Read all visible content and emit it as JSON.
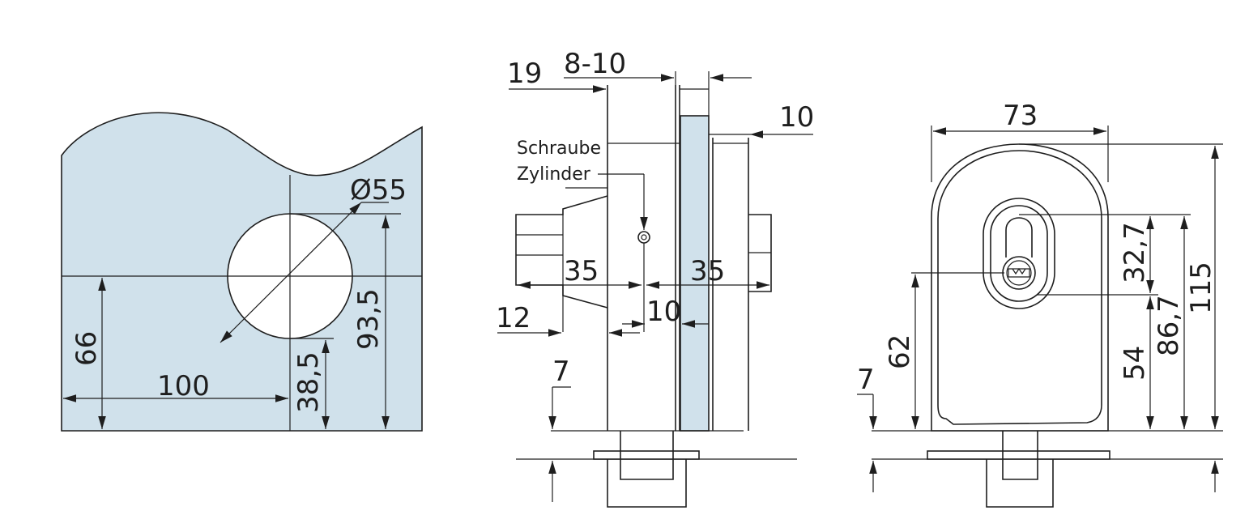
{
  "colors": {
    "glass": "#d0e1eb",
    "line": "#1e1e1e",
    "background": "#ffffff"
  },
  "view_left": {
    "dim_diameter": "Ø55",
    "dim_93_5": "93,5",
    "dim_66": "66",
    "dim_100": "100",
    "dim_38_5": "38,5"
  },
  "view_middle": {
    "dim_19": "19",
    "dim_8_10": "8-10",
    "dim_10_top": "10",
    "label_schraube": "Schraube",
    "label_zylinder": "Zylinder",
    "dim_35_left": "35",
    "dim_35_right": "35",
    "dim_12": "12",
    "dim_10_bottom": "10",
    "dim_7": "7"
  },
  "view_right": {
    "dim_73": "73",
    "dim_32_7": "32,7",
    "dim_115": "115",
    "dim_62": "62",
    "dim_54": "54",
    "dim_86_7": "86,7",
    "dim_7": "7"
  }
}
